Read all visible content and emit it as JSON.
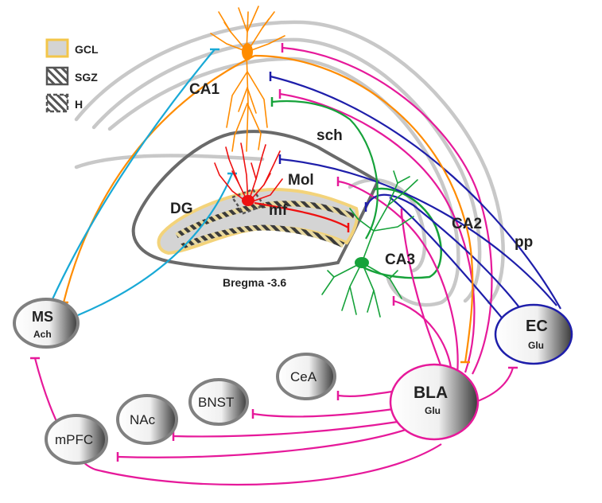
{
  "legend": {
    "items": [
      {
        "key": "gcl",
        "label": "GCL"
      },
      {
        "key": "sgz",
        "label": "SGZ"
      },
      {
        "key": "h",
        "label": "H"
      }
    ]
  },
  "regions": {
    "ca1": "CA1",
    "ca2": "CA2",
    "ca3": "CA3",
    "dg": "DG",
    "mol": "Mol",
    "mf": "mf",
    "sch": "sch",
    "pp": "pp"
  },
  "bregma": "Bregma -3.6",
  "nodes": {
    "ms": {
      "name": "MS",
      "sub": "Ach"
    },
    "ec": {
      "name": "EC",
      "sub": "Glu"
    },
    "bla": {
      "name": "BLA",
      "sub": "Glu"
    },
    "cea": {
      "name": "CeA"
    },
    "bnst": {
      "name": "BNST"
    },
    "nac": {
      "name": "NAc"
    },
    "mpfc": {
      "name": "mPFC"
    }
  },
  "colors": {
    "bla_projection": "#e6199a",
    "ec_projection": "#1e1eaa",
    "ms_projection": "#19a9d6",
    "ca1_neuron": "#ff8c00",
    "dg_neuron": "#ee1111",
    "ca3_neuron": "#16a23a",
    "gcl_fill": "#f3d37a",
    "structure_outline": "#c8c8c8",
    "dg_outline": "#6a6a6a"
  }
}
